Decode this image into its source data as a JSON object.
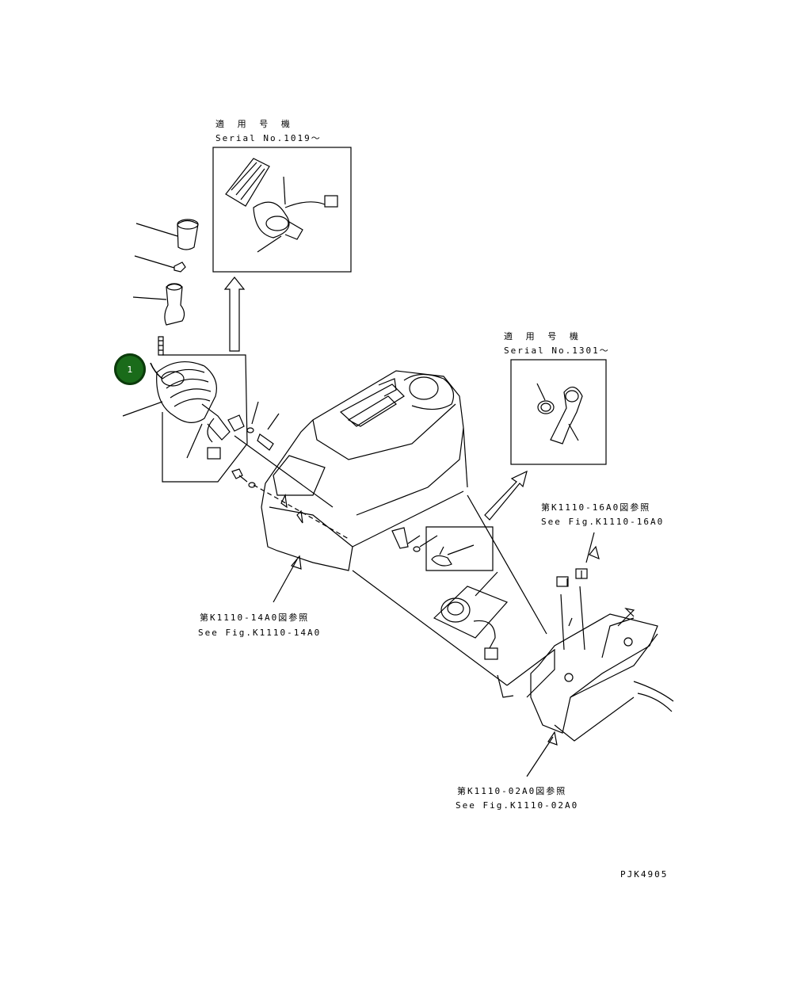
{
  "callout": {
    "number": "1"
  },
  "inset_top": {
    "applicable_jp": "適 用 号 機",
    "serial": "Serial No.1019～"
  },
  "inset_right": {
    "applicable_jp": "適 用 号 機",
    "serial": "Serial No.1301～"
  },
  "refs": [
    {
      "jp": "第K1110-16A0図参照",
      "en": "See Fig.K1110-16A0"
    },
    {
      "jp": "第K1110-14A0図参照",
      "en": "See Fig.K1110-14A0"
    },
    {
      "jp": "第K1110-02A0図参照",
      "en": "See Fig.K1110-02A0"
    }
  ],
  "drawing_code": "PJK4905"
}
